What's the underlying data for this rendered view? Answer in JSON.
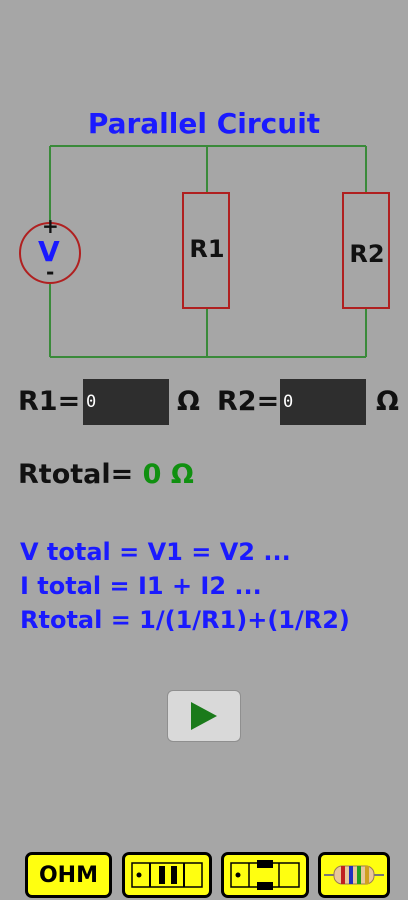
{
  "title": "Parallel Circuit",
  "circuit": {
    "source_symbol": "V",
    "plus_sign": "+",
    "minus_sign": "-",
    "r1_label": "R1",
    "r2_label": "R2"
  },
  "inputs": {
    "r1": {
      "label": "R1=",
      "value": "0",
      "unit": "Ω"
    },
    "r2": {
      "label": "R2=",
      "value": "0",
      "unit": "Ω"
    }
  },
  "result": {
    "label": "Rtotal= ",
    "value": "0 Ω"
  },
  "formulas": [
    "V total = V1 = V2 ...",
    "I total = I1 + I2 ...",
    "Rtotal = 1/(1/R1)+(1/R2)"
  ],
  "bottom_tabs": {
    "ohm_label": "OHM",
    "items": [
      "ohm-law-tab",
      "series-circuit-tab",
      "parallel-circuit-tab",
      "resistor-color-code-tab"
    ]
  },
  "colors": {
    "background": "#a6a6a6",
    "accent_blue": "#1a1aff",
    "result_green": "#109010",
    "wire_green": "#3a8a3a",
    "resistor_red": "#b02020",
    "tab_yellow": "#ffff10"
  }
}
